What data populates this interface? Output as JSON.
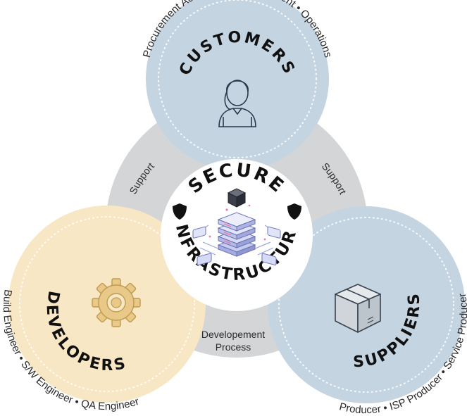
{
  "center": {
    "title_top": "SECURE",
    "title_bottom": "INFRASTRUCTURE"
  },
  "customers": {
    "title": "CUSTOMERS",
    "roles": "Procurement Acquisition • Deployment • Operations",
    "icon": "person-icon",
    "color": "#c5d4e1"
  },
  "developers": {
    "title": "DEVELOPERS",
    "roles": "Build Engineer • S/W Engineer • QA Engineer",
    "icon": "gear-icon",
    "color": "#f8e7c4"
  },
  "suppliers": {
    "title": "SUPPLIERS",
    "roles": "Producer • ISP Producer • Service Producer",
    "icon": "box-icon",
    "color": "#c5d4e1"
  },
  "connectors": {
    "left": "Support",
    "right": "Support",
    "bottom_line1": "Developement",
    "bottom_line2": "Process",
    "color": "#d2d4d6"
  }
}
